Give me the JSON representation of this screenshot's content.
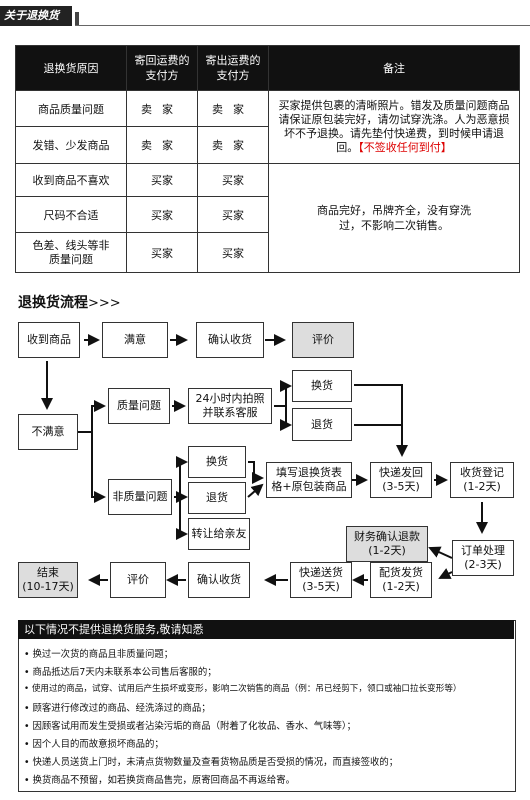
{
  "header": {
    "title": "关于退换货"
  },
  "table": {
    "headers": [
      "退换货原因",
      "寄回运费的支付方",
      "寄出运费的支付方",
      "备注"
    ],
    "rows": [
      {
        "reason": "商品质量问题",
        "ret": "卖家",
        "send": "卖家"
      },
      {
        "reason": "发错、少发商品",
        "ret": "卖家",
        "send": "卖家"
      },
      {
        "reason": "收到商品不喜欢",
        "ret": "买家",
        "send": "买家"
      },
      {
        "reason": "尺码不合适",
        "ret": "买家",
        "send": "买家"
      },
      {
        "reason": "色差、线头等非质量问题",
        "ret": "买家",
        "send": "买家"
      }
    ],
    "note1_a": "买家提供包裹的清晰照片。错发及质量问题商品请保证原包装完好，请勿试穿洗涤。人为恶意损坏不予退换。请先垫付快递费，到时候申请退回。",
    "note1_b": "【不签收任何到付】",
    "note2": "商品完好，吊牌齐全，没有穿洗过，不影响二次销售。"
  },
  "flow": {
    "title": "退换货流程",
    "title_suffix": ">>>",
    "receive": "收到商品",
    "satisfied": "满意",
    "confirm": "确认收货",
    "review": "评价",
    "unsatisfied": "不满意",
    "quality": "质量问题",
    "photo": "24小时内拍照并联系客服",
    "exchange": "换货",
    "refund": "退货",
    "nonquality": "非质量问题",
    "transfer": "转让给亲友",
    "form": "填写退换货表格+原包装商品",
    "ship_back": "快递发回\n(3-5天)",
    "reg": "收货登记\n(1-2天)",
    "fin": "财务确认退款\n(1-2天)",
    "order": "订单处理\n(2-3天)",
    "dispatch": "配货发货\n(1-2天)",
    "deliver": "快递送货\n(3-5天)",
    "confirm2": "确认收货",
    "review2": "评价",
    "end": "结束\n(10-17天)"
  },
  "notice": {
    "title": "以下情况不提供退换货服务,敬请知悉",
    "items": [
      "换过一次货的商品且非质量问题；",
      "商品抵达后7天内未联系本公司售后客服的；",
      "使用过的商品，试穿、试用后产生损坏或变形，影响二次销售的商品（例：吊已经剪下，领口或袖口拉长变形等）",
      "顾客进行修改过的商品、经洗涤过的商品；",
      "因顾客试用而发生受损或者沾染污垢的商品（附着了化妆品、香水、气味等）；",
      "因个人目的而故意损坏商品的；",
      "快递人员送货上门时，未清点货物数量及查看货物品质是否受损的情况，而直接签收的；",
      "换货商品不预留，如若换货商品售完，原寄回商品不再返给寄。"
    ]
  }
}
